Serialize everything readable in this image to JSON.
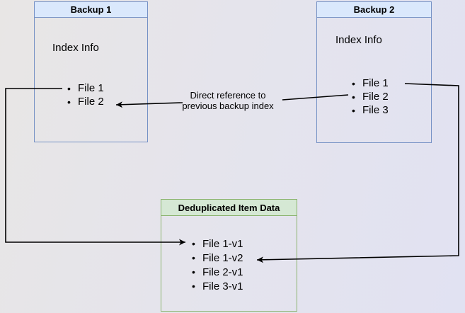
{
  "colors": {
    "blue_fill": "#dae8fc",
    "blue_border": "#7591c5",
    "green_fill": "#d5e8d4",
    "green_border": "#8ab36e",
    "line": "#000000"
  },
  "glyphs": {
    "bullet": "•"
  },
  "backup1": {
    "title": "Backup 1",
    "index_label": "Index Info",
    "files": [
      "File 1",
      "File 2"
    ]
  },
  "backup2": {
    "title": "Backup 2",
    "index_label": "Index Info",
    "files": [
      "File 1",
      "File 2",
      "File 3"
    ]
  },
  "dedup": {
    "title": "Deduplicated Item Data",
    "files": [
      "File 1-v1",
      "File 1-v2",
      "File 2-v1",
      "File 3-v1"
    ]
  },
  "annotation": {
    "line1": "Direct reference to",
    "line2": "previous backup index"
  }
}
